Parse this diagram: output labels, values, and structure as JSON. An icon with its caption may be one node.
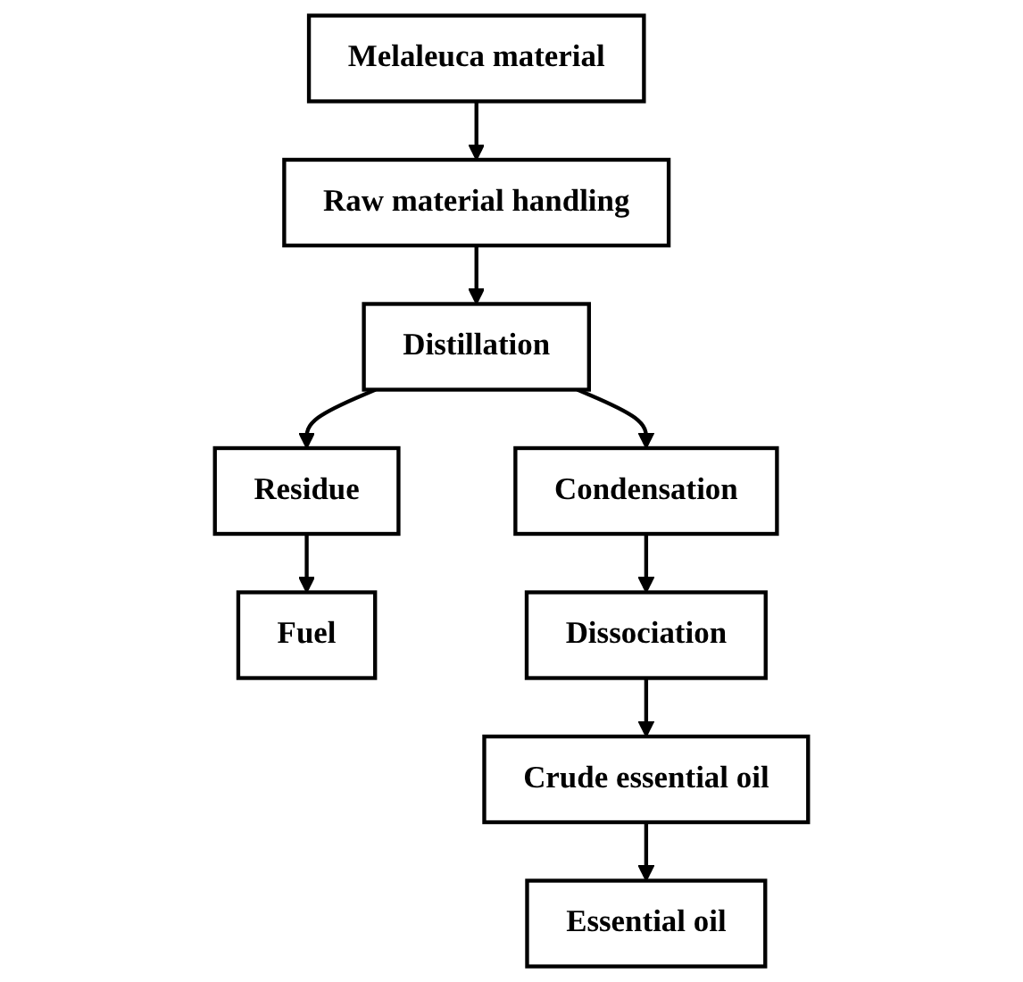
{
  "diagram": {
    "nodes": [
      {
        "text": [
          "Melaleuca material"
        ]
      },
      {
        "text": [
          "Raw material handling"
        ]
      },
      {
        "text": [
          "Distillation"
        ]
      },
      {
        "text": [
          "Residue"
        ]
      },
      {
        "text": [
          "Condensation"
        ]
      },
      {
        "text": [
          "Fuel"
        ]
      },
      {
        "text": [
          "Dissociation"
        ]
      },
      {
        "text": [
          "Crude essential oil"
        ]
      },
      {
        "text": [
          "Essential oil"
        ]
      }
    ],
    "edges": [
      {
        "from": 0,
        "to": 1,
        "arrow": "to"
      },
      {
        "from": 1,
        "to": 2,
        "arrow": "to"
      },
      {
        "from": 2,
        "to": 3,
        "arrow": "to"
      },
      {
        "from": 2,
        "to": 4,
        "arrow": "to"
      },
      {
        "from": 3,
        "to": 5,
        "arrow": "to"
      },
      {
        "from": 4,
        "to": 6,
        "arrow": "to"
      },
      {
        "from": 6,
        "to": 7,
        "arrow": "to"
      },
      {
        "from": 7,
        "to": 8,
        "arrow": "to"
      }
    ]
  }
}
